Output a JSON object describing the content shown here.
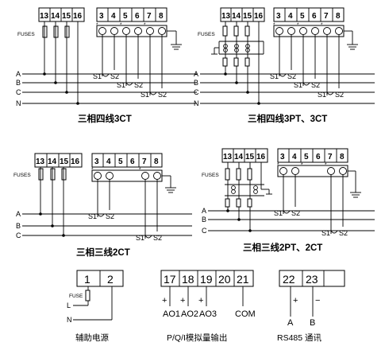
{
  "terminals": {
    "t13": "13",
    "t14": "14",
    "t15": "15",
    "t16": "16",
    "t3": "3",
    "t4": "4",
    "t5": "5",
    "t6": "6",
    "t7": "7",
    "t8": "8",
    "t1": "1",
    "t2": "2",
    "t17": "17",
    "t18": "18",
    "t19": "19",
    "t20": "20",
    "t21": "21",
    "t22": "22",
    "t23": "23"
  },
  "labels": {
    "fuses": "FUSES",
    "fuse": "FUSE",
    "phase_a": "A",
    "phase_b": "B",
    "phase_c": "C",
    "neutral_n": "N",
    "live_l": "L",
    "ct1": "S1",
    "ct2": "S2",
    "star": "*",
    "plus": "+",
    "minus": "−",
    "ao1": "AO1",
    "ao2": "AO2",
    "ao3": "AO3",
    "com": "COM",
    "rs_a": "A",
    "rs_b": "B"
  },
  "captions": {
    "d1": "三相四线3CT",
    "d2": "三相四线3PT、3CT",
    "d3": "三相三线2CT",
    "d4": "三相三线2PT、2CT",
    "aux": "辅助电源",
    "analog": "P/Q/I模拟量输出",
    "comm": "RS485 通讯"
  }
}
